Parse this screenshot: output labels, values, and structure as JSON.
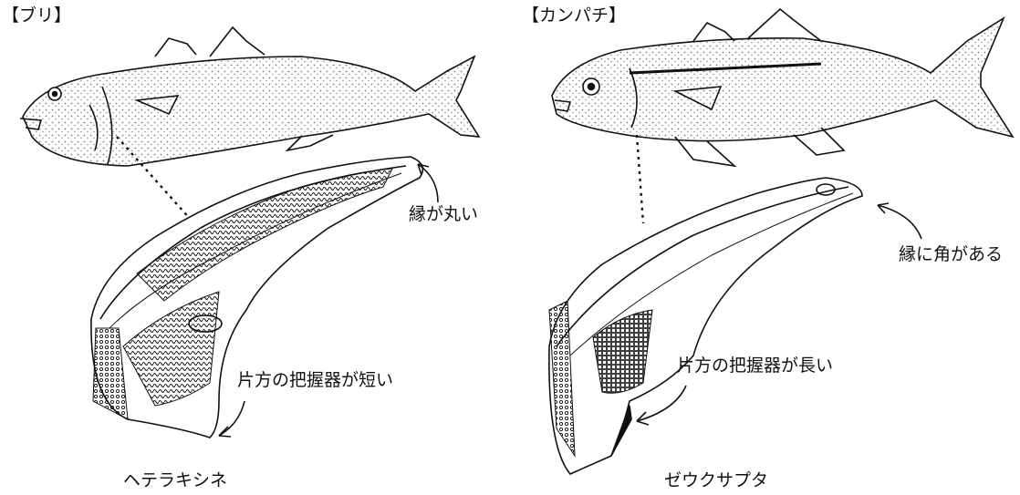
{
  "left": {
    "title": "【ブリ】",
    "note_margin": "縁が丸い",
    "note_clamp": "片方の把握器が短い",
    "species": "ヘテラキシネ"
  },
  "right": {
    "title": "【カンパチ】",
    "note_margin": "縁に角がある",
    "note_clamp": "片方の把握器が長い",
    "species": "ゼウクサプタ"
  },
  "colors": {
    "ink": "#111111",
    "paper": "#ffffff"
  }
}
